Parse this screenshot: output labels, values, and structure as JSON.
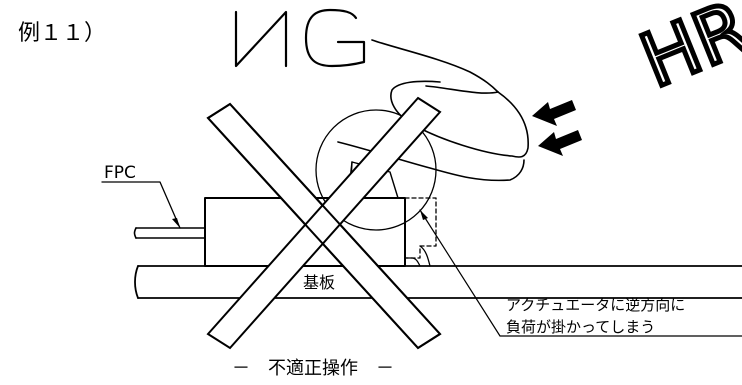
{
  "example_label": "例１１）",
  "ng_label": "NG",
  "watermark": "HR",
  "fpc_label": "FPC",
  "board_label": "基板",
  "warning": {
    "line1": "アクチュエータに逆方向に",
    "line2": "負荷が掛かってしまう"
  },
  "caption": "－　不適正操作　－",
  "colors": {
    "ink": "#000000",
    "watermark": "#000000",
    "background": "#ffffff"
  }
}
